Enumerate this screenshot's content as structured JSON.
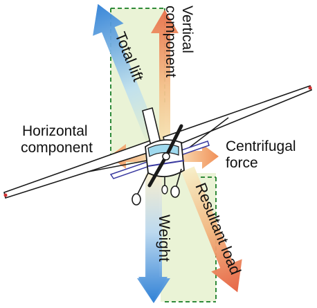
{
  "labels": {
    "vertical_component_line1": "Vertical",
    "vertical_component_line2": "component",
    "total_lift": "Total lift",
    "horizontal_component_line1": "Horizontal",
    "horizontal_component_line2": "component",
    "centrifugal_force_line1": "Centrifugal",
    "centrifugal_force_line2": "force",
    "weight": "Weight",
    "resultant_load": "Resultant load"
  },
  "colors": {
    "background": "#ffffff",
    "parallelogram_fill": "#e6f1cf",
    "guide_dash": "#2f8a3a",
    "lift_arrow_top": "#2f80d6",
    "lift_arrow_bottom": "#f2f4c2",
    "vertical_arrow_top": "#e8704a",
    "vertical_arrow_bottom": "#f6f1c4",
    "weight_arrow_top": "#f7eed0",
    "weight_arrow_bottom": "#2f80d6",
    "resultant_arrow_top": "#f7eec6",
    "resultant_arrow_bottom": "#e55e3e",
    "horizontal_arrow": "#f3a873",
    "aircraft_body": "#ffffff",
    "aircraft_outline": "#1a1a1a",
    "aircraft_stripe": "#3a3aa0",
    "cockpit_glass": "#9fd9ee"
  }
}
